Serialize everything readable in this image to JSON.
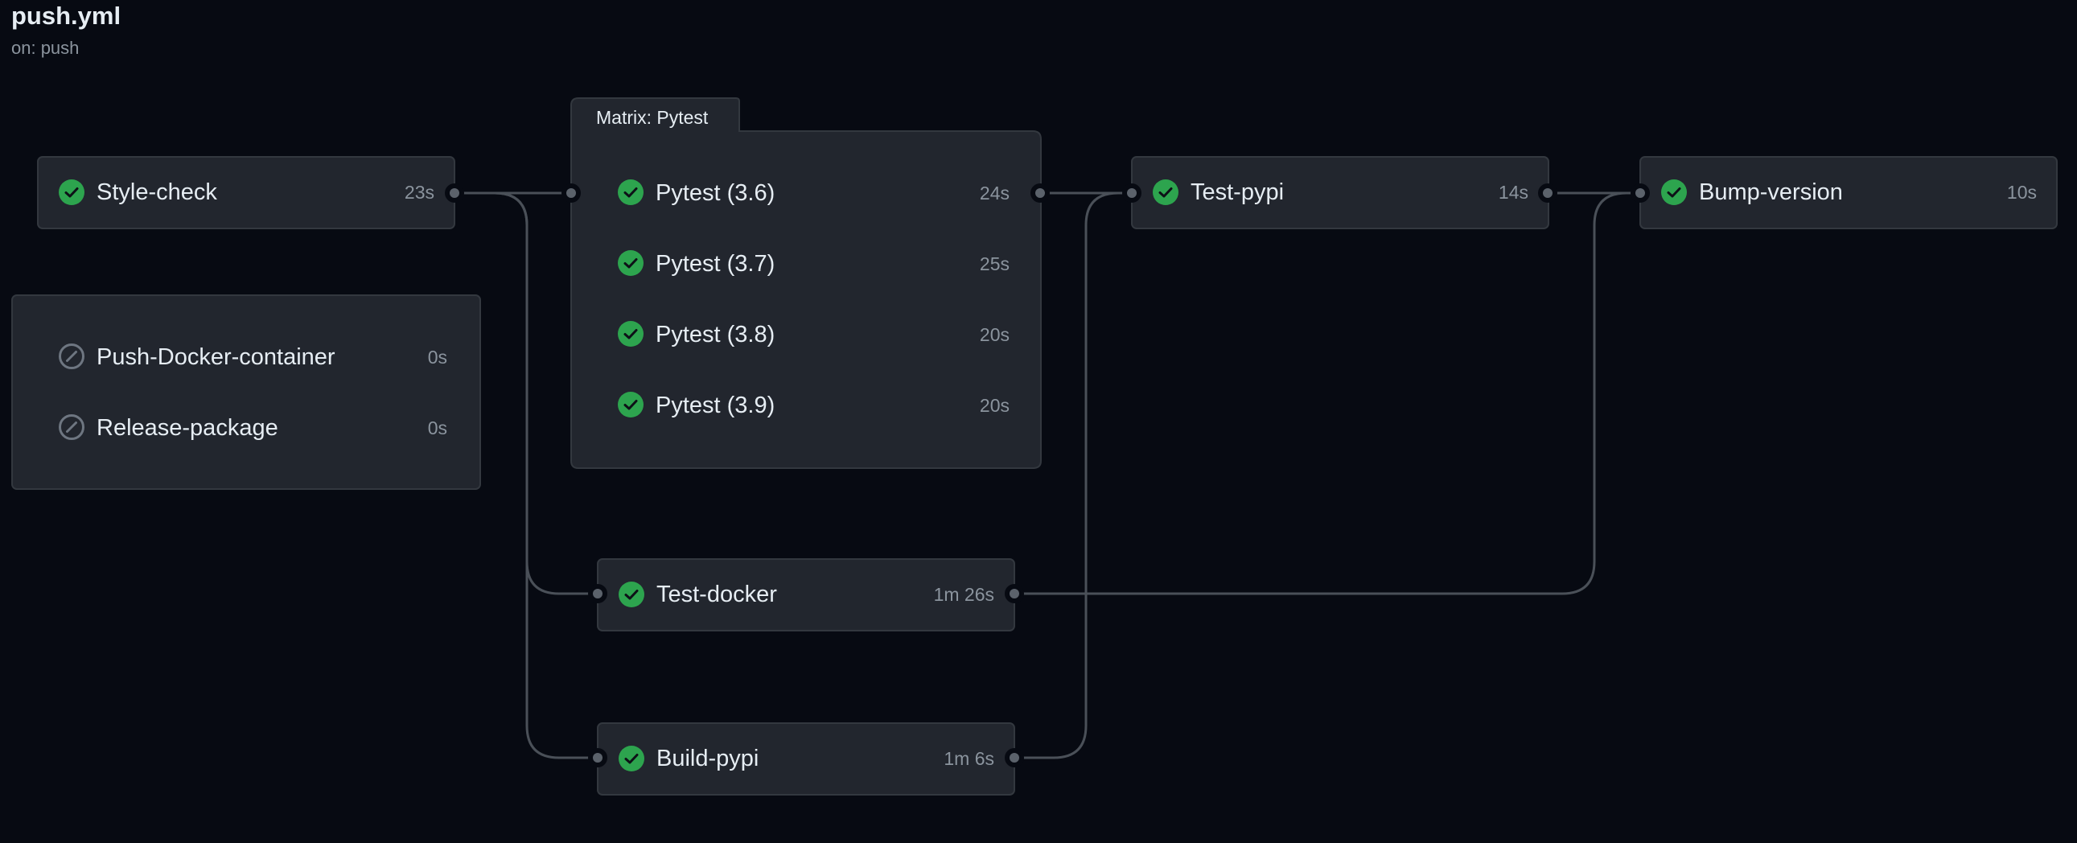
{
  "workflow": {
    "file": "push.yml",
    "trigger": "on: push"
  },
  "colors": {
    "background": "#070a12",
    "card": "#22262e",
    "border": "#33383f",
    "success": "#2da44e",
    "skipped": "#6e7681",
    "connector": "#4a5058",
    "text_muted": "#8b949e"
  },
  "jobs": {
    "style_check": {
      "name": "Style-check",
      "duration": "23s",
      "status": "success",
      "icon": "check-circle-icon"
    },
    "test_pypi": {
      "name": "Test-pypi",
      "duration": "14s",
      "status": "success",
      "icon": "check-circle-icon"
    },
    "bump_version": {
      "name": "Bump-version",
      "duration": "10s",
      "status": "success",
      "icon": "check-circle-icon"
    },
    "test_docker": {
      "name": "Test-docker",
      "duration": "1m 26s",
      "status": "success",
      "icon": "check-circle-icon"
    },
    "build_pypi": {
      "name": "Build-pypi",
      "duration": "1m 6s",
      "status": "success",
      "icon": "check-circle-icon"
    }
  },
  "skipped_group": {
    "jobs": [
      {
        "name": "Push-Docker-container",
        "duration": "0s",
        "status": "skipped",
        "icon": "skipped-icon"
      },
      {
        "name": "Release-package",
        "duration": "0s",
        "status": "skipped",
        "icon": "skipped-icon"
      }
    ]
  },
  "matrix": {
    "label": "Matrix: Pytest",
    "jobs": [
      {
        "name": "Pytest (3.6)",
        "duration": "24s",
        "status": "success",
        "icon": "check-circle-icon"
      },
      {
        "name": "Pytest (3.7)",
        "duration": "25s",
        "status": "success",
        "icon": "check-circle-icon"
      },
      {
        "name": "Pytest (3.8)",
        "duration": "20s",
        "status": "success",
        "icon": "check-circle-icon"
      },
      {
        "name": "Pytest (3.9)",
        "duration": "20s",
        "status": "success",
        "icon": "check-circle-icon"
      }
    ]
  }
}
